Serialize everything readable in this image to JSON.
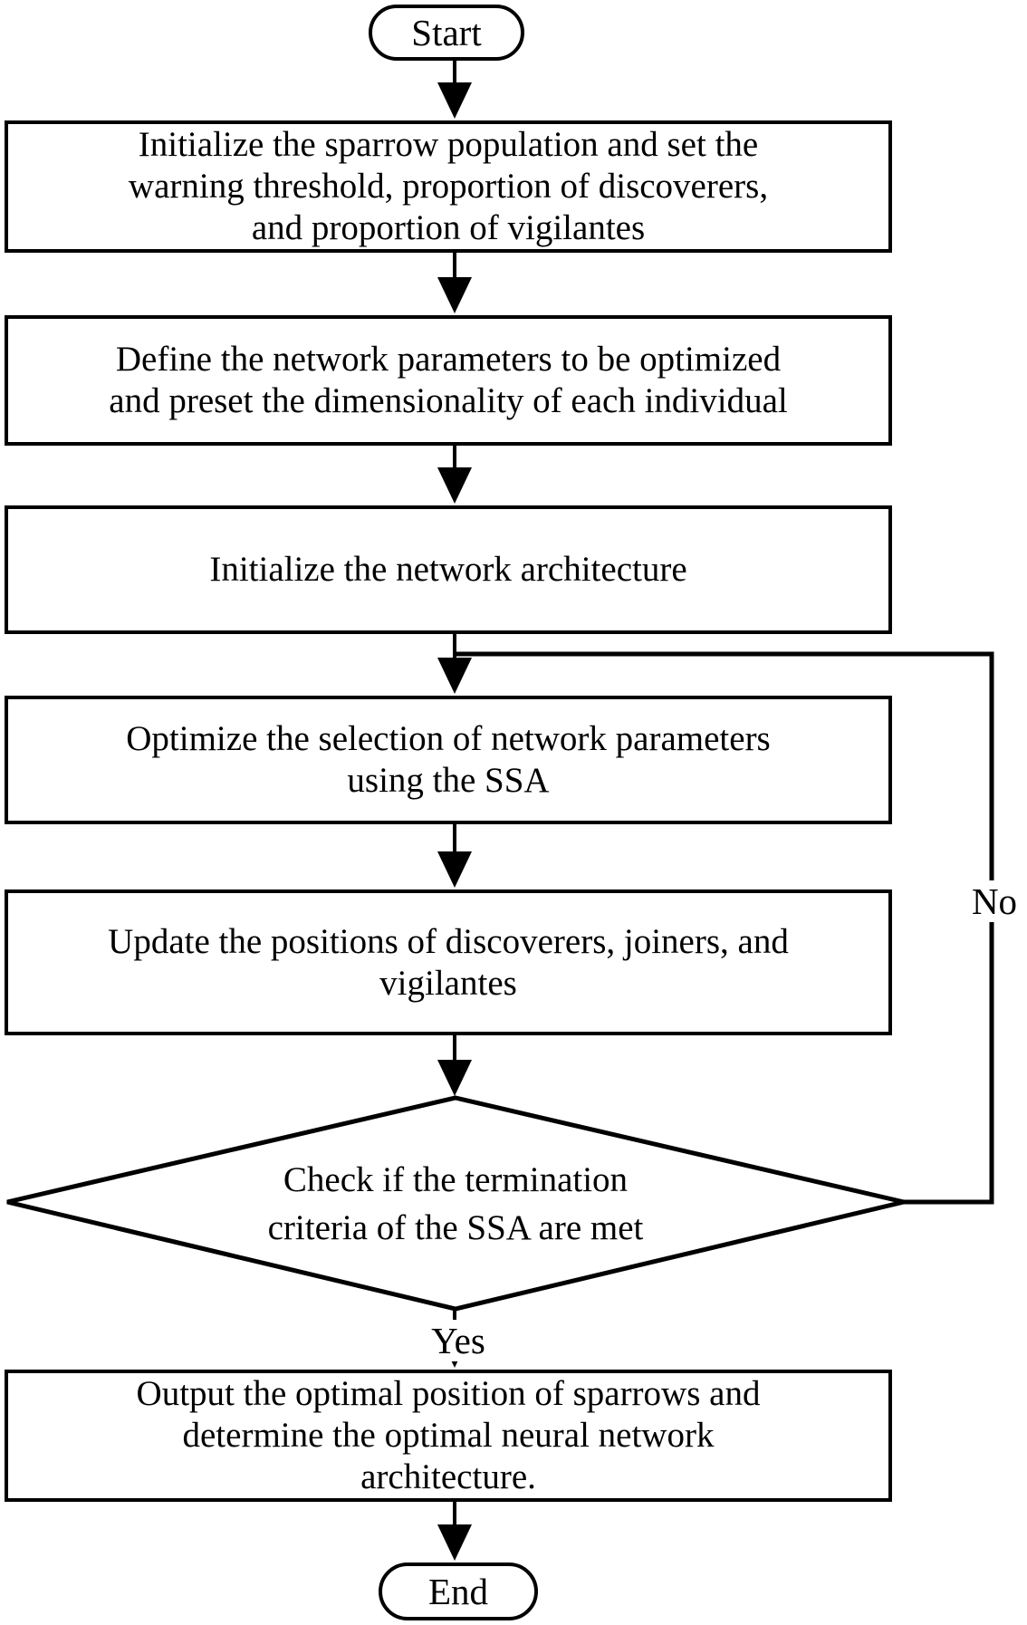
{
  "flowchart": {
    "terminators": {
      "start": "Start",
      "end": "End"
    },
    "steps": {
      "init_population": "Initialize the sparrow population and set the\nwarning threshold, proportion of discoverers,\nand proportion of vigilantes",
      "define_parameters": "Define the network parameters to be optimized\nand preset the dimensionality of each individual",
      "init_network": "Initialize the network architecture",
      "optimize_selection": "Optimize the selection of network parameters\nusing the SSA",
      "update_positions": "Update the positions of discoverers, joiners, and\nvigilantes",
      "decision": "Check if the termination\ncriteria of the SSA are met",
      "output_result": "Output the optimal position of sparrows and\ndetermine the optimal neural network\narchitecture."
    },
    "branch_labels": {
      "yes": "Yes",
      "no": "No"
    },
    "colors": {
      "line": "#000000",
      "background": "#ffffff"
    }
  }
}
